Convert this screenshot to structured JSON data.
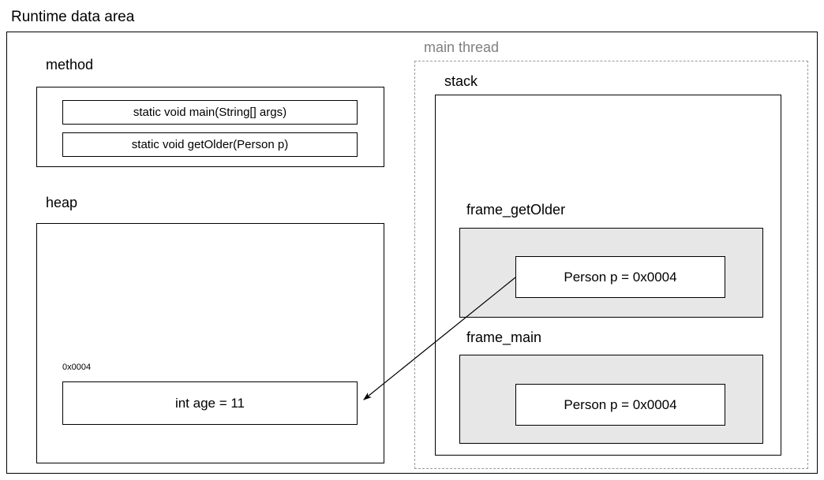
{
  "diagram": {
    "title": "Runtime data area",
    "sections": {
      "method": {
        "label": "method",
        "entries": [
          "static void main(String[] args)",
          "static void getOlder(Person p)"
        ]
      },
      "heap": {
        "label": "heap",
        "objects": [
          {
            "address": "0x0004",
            "content": "int age  =  11"
          }
        ]
      },
      "thread": {
        "label": "main thread",
        "label_color": "#808080",
        "stack": {
          "label": "stack",
          "frames": [
            {
              "label": "frame_getOlder",
              "slots": [
                "Person p  =  0x0004"
              ]
            },
            {
              "label": "frame_main",
              "slots": [
                "Person p  =  0x0004"
              ]
            }
          ]
        }
      }
    },
    "reference_arrow": {
      "name": "reference-arrow",
      "from": "frame_getOlder.Person p",
      "to": "heap.0x0004"
    },
    "colors": {
      "frame_fill": "#e7e7e7",
      "border": "#000000",
      "dashed_border": "#9a9a9a",
      "muted_text": "#808080"
    }
  }
}
